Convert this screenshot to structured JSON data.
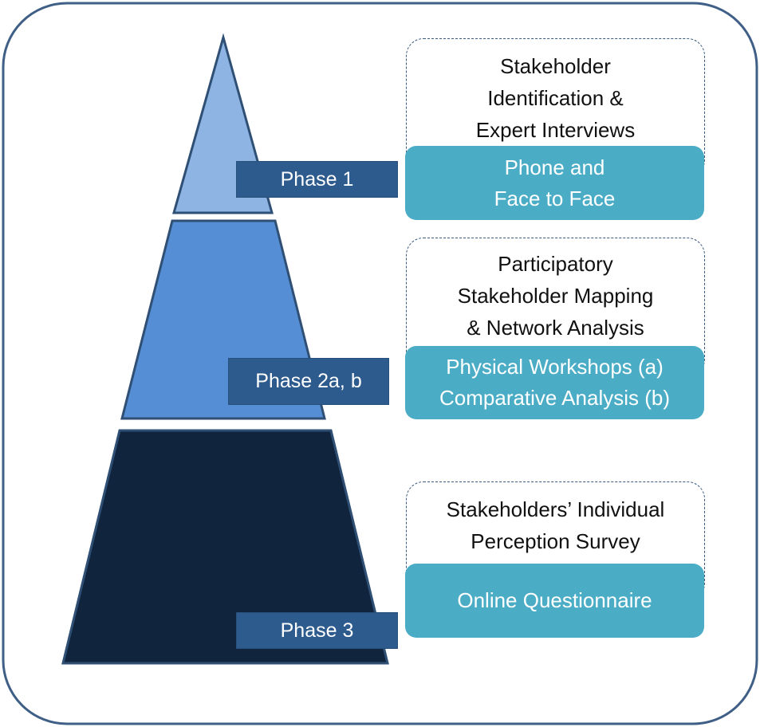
{
  "colors": {
    "frame_border": "#3f5f86",
    "tier1_fill": "#8eb4e3",
    "tier2_fill": "#558ed5",
    "tier3_fill": "#10243e",
    "phase_label_fill": "#2e5b8d",
    "method_box_fill": "#4bacc6",
    "text_light": "#ffffff",
    "text_dark": "#111111"
  },
  "phases": [
    {
      "label": "Phase 1",
      "description": [
        "Stakeholder",
        "Identification &",
        "Expert Interviews"
      ],
      "method": [
        "Phone and",
        "Face to Face"
      ]
    },
    {
      "label": "Phase 2a, b",
      "description": [
        "Participatory",
        "Stakeholder Mapping",
        "& Network Analysis"
      ],
      "method": [
        "Physical Workshops (a)",
        "Comparative Analysis (b)"
      ]
    },
    {
      "label": "Phase 3",
      "description": [
        "Stakeholders’ Individual",
        "Perception Survey"
      ],
      "method": [
        "Online Questionnaire"
      ]
    }
  ]
}
